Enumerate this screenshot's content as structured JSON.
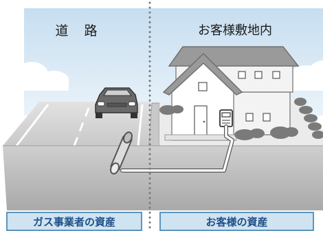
{
  "labels": {
    "road": "道　路",
    "premises": "お客様敷地内",
    "gas_company_assets": "ガス事業者の資産",
    "customer_assets": "お客様の資産"
  },
  "colors": {
    "sky": "#d6e8f4",
    "label_fill": "#cfe3f1",
    "label_border": "#5c96bf",
    "label_text": "#1f4f86",
    "divider": "#808080",
    "ground_front": "#bcbcbc",
    "road_surface": "#d4d4d4",
    "lawn": "#e9e9e9",
    "hedge": "#7d7d7d"
  },
  "icons": [
    "car-icon",
    "house-icon",
    "gas-meter-icon",
    "gas-pipe-icon",
    "hedge-icon",
    "cloud-icon"
  ]
}
